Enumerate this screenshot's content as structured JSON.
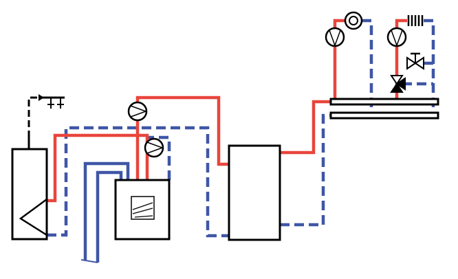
{
  "colors": {
    "hot_line": "#e8453c",
    "cold_line": "#3f56a6",
    "outline": "#000000",
    "background": "#ffffff"
  },
  "components": {
    "hot_water_storage_tank": "storage-tank",
    "boiler": "heat-generator",
    "buffer_tank": "buffer-storage",
    "distribution_manifold": "manifold",
    "circulation_pumps": 4,
    "heating_circuits": 2
  },
  "icons": [
    "pump-icon",
    "mixing-valve-icon",
    "shutoff-valve-icon",
    "radiator-icon",
    "floor-heating-icon",
    "tap-icon",
    "heat-exchanger-coil-icon"
  ]
}
